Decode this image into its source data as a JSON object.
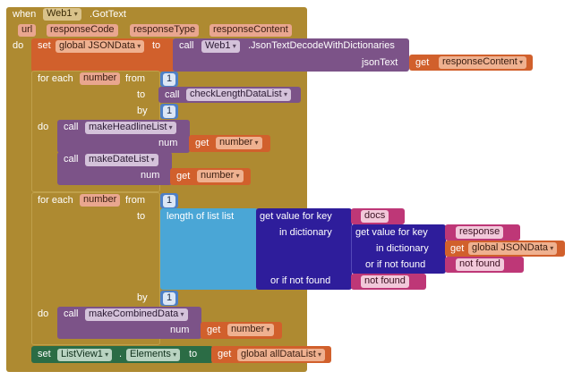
{
  "event": {
    "when": "when",
    "component": "Web1",
    "event": ".GotText",
    "params": [
      "url",
      "responseCode",
      "responseType",
      "responseContent"
    ],
    "do": "do"
  },
  "set_json": {
    "set": "set",
    "var": "global JSONData",
    "to": "to",
    "call": "call",
    "component": "Web1",
    "method": ".JsonTextDecodeWithDictionaries",
    "arg": "jsonText",
    "get": "get",
    "get_var": "responseContent"
  },
  "loop1": {
    "for_each": "for each",
    "var": "number",
    "from": "from",
    "from_val": "1",
    "to": "to",
    "to_call": "call",
    "to_proc": "checkLengthDataList",
    "by": "by",
    "by_val": "1",
    "do": "do",
    "calls": [
      {
        "call": "call",
        "proc": "makeHeadlineList",
        "arg": "num",
        "get": "get",
        "var": "number"
      },
      {
        "call": "call",
        "proc": "makeDateList",
        "arg": "num",
        "get": "get",
        "var": "number"
      }
    ]
  },
  "loop2": {
    "for_each": "for each",
    "var": "number",
    "from": "from",
    "from_val": "1",
    "to": "to",
    "length": "length of list  list",
    "gv1": "get value for key",
    "key1": "docs",
    "in_dict": "in dictionary",
    "gv2": "get value for key",
    "key2": "response",
    "in_dict2": "in dictionary",
    "get": "get",
    "dict_var": "global JSONData",
    "or_not": "or if not found",
    "not_found": "not found",
    "or_not2": "or if not found",
    "not_found2": "not found",
    "by": "by",
    "by_val": "1",
    "do": "do",
    "call": {
      "call": "call",
      "proc": "makeCombinedData",
      "arg": "num",
      "get": "get",
      "var": "number"
    }
  },
  "set_list": {
    "set": "set",
    "component": "ListView1",
    "dot": ".",
    "prop": "Elements",
    "to": "to",
    "get": "get",
    "var": "global allDataList"
  }
}
